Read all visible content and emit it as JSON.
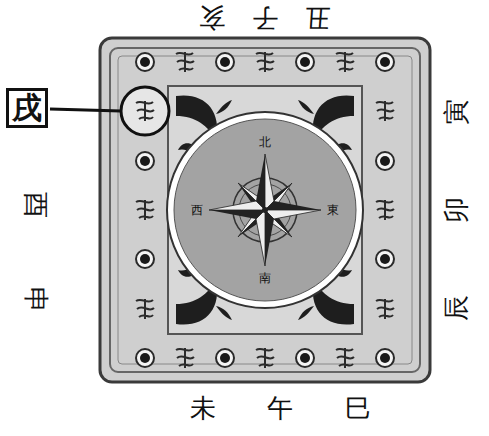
{
  "diagram": {
    "nodes": [
      {
        "text": [
          "戌"
        ]
      },
      {
        "text": [
          "北",
          "東",
          "南",
          "西"
        ]
      }
    ],
    "labels": [
      "亥",
      "子",
      "丑",
      "寅",
      "卯",
      "辰",
      "巳",
      "午",
      "未",
      "申",
      "酉"
    ]
  }
}
